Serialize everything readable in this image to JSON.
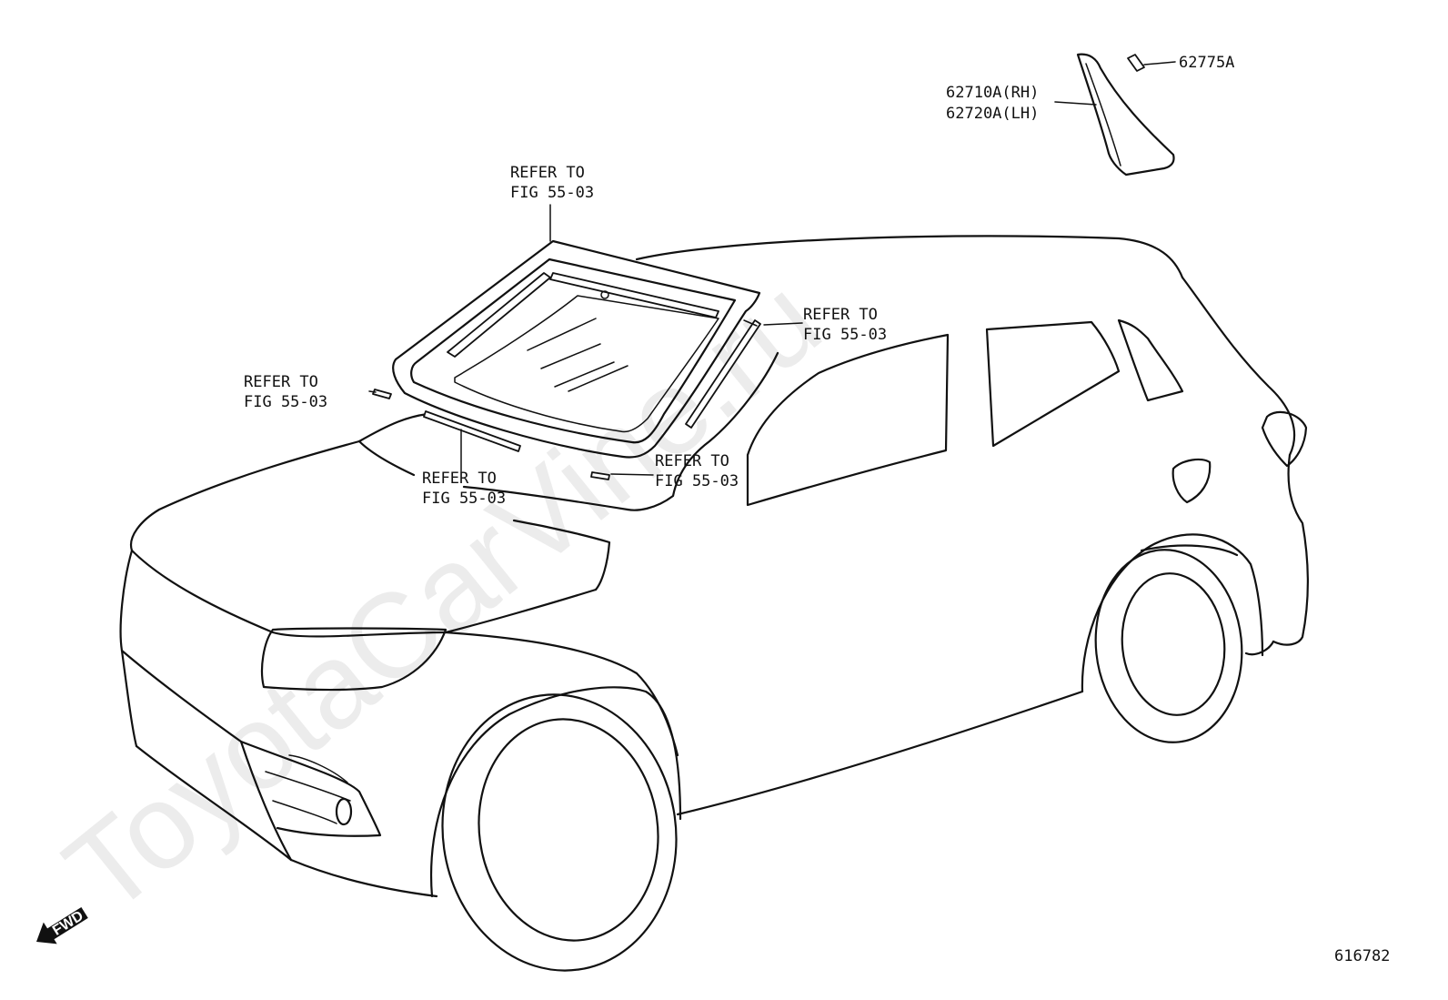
{
  "watermark": "ToyotaCarVine.ru",
  "callouts": {
    "refer_top": [
      "REFER TO",
      "FIG 55-03"
    ],
    "refer_right": [
      "REFER TO",
      "FIG 55-03"
    ],
    "refer_left": [
      "REFER TO",
      "FIG 55-03"
    ],
    "refer_bottom_center": [
      "REFER TO",
      "FIG 55-03"
    ],
    "refer_bottom_right": [
      "REFER TO",
      "FIG 55-03"
    ]
  },
  "parts": {
    "clip": "62775A",
    "garnish_rh": "62710A(RH)",
    "garnish_lh": "62720A(LH)"
  },
  "fwd_label": "FWD",
  "figure_number": "616782"
}
